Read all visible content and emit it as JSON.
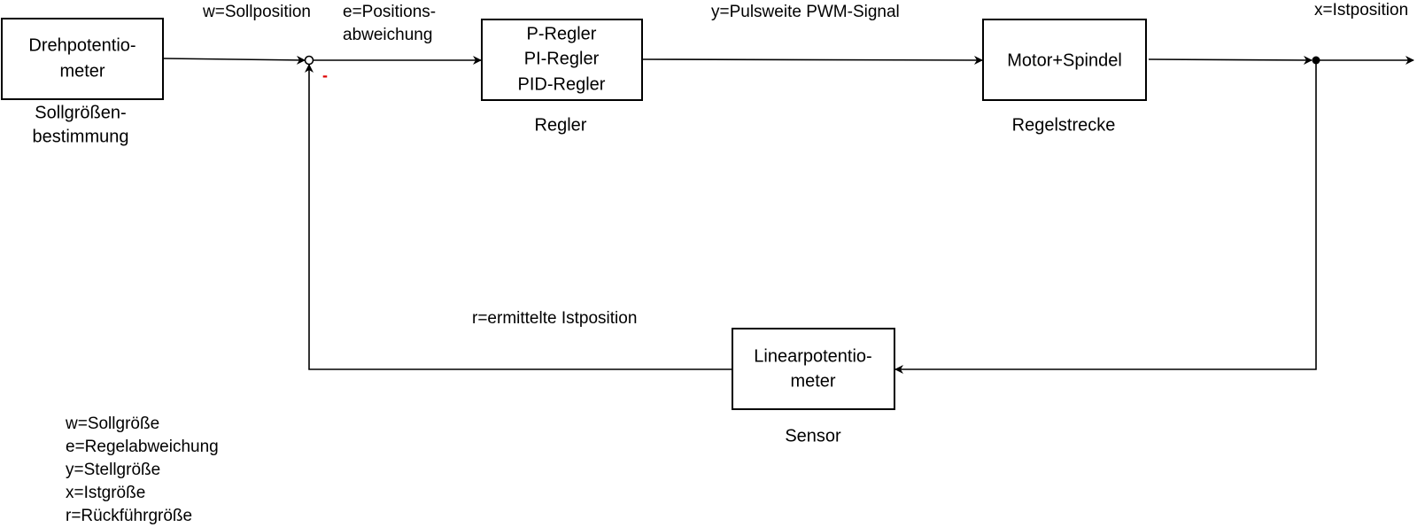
{
  "blocks": {
    "setpoint": {
      "lines": [
        "Drehpotentio-",
        "meter"
      ],
      "caption": [
        "Sollgrößen-",
        "bestimmung"
      ]
    },
    "controller": {
      "lines": [
        "P-Regler",
        "PI-Regler",
        "PID-Regler"
      ],
      "caption": [
        "Regler"
      ]
    },
    "plant": {
      "lines": [
        "Motor+Spindel"
      ],
      "caption": [
        "Regelstrecke"
      ]
    },
    "sensor": {
      "lines": [
        "Linearpotentio-",
        "meter"
      ],
      "caption": [
        "Sensor"
      ]
    }
  },
  "signals": {
    "w": "w=Sollposition",
    "e": [
      "e=Positions-",
      "abweichung"
    ],
    "y": "y=Pulsweite PWM-Signal",
    "x": "x=Istposition",
    "r": "r=ermittelte Istposition"
  },
  "summing_sign": "-",
  "legend": [
    "w=Sollgröße",
    "e=Regelabweichung",
    "y=Stellgröße",
    "x=Istgröße",
    "r=Rückführgröße"
  ]
}
